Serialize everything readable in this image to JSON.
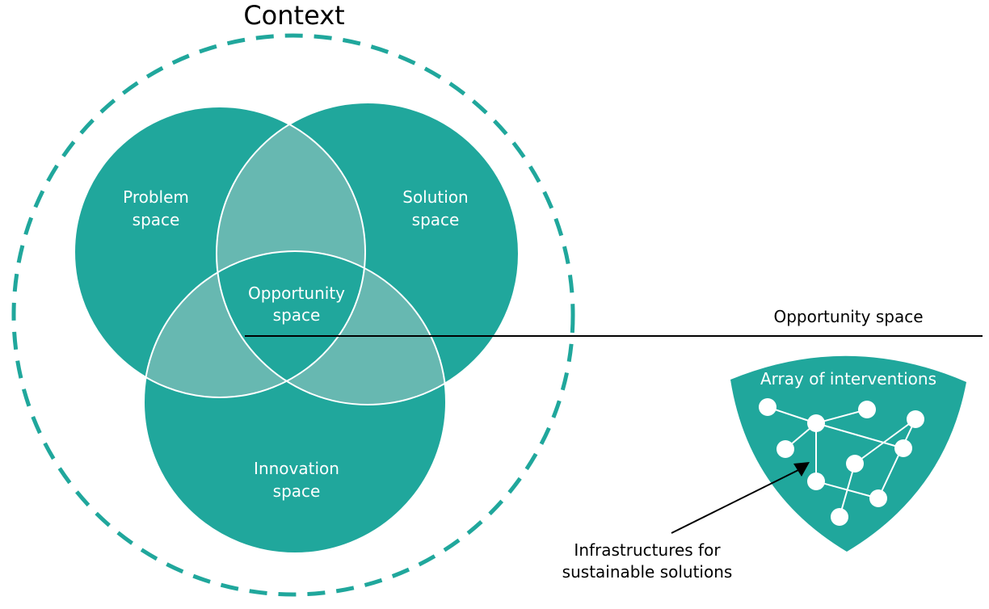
{
  "colors": {
    "teal": "#20a79c",
    "overlap": "#67b8b1",
    "dash": "#20a79c",
    "line": "#000000"
  },
  "context": {
    "title": "Context"
  },
  "venn": {
    "problem": {
      "line1": "Problem",
      "line2": "space"
    },
    "solution": {
      "line1": "Solution",
      "line2": "space"
    },
    "innovation": {
      "line1": "Innovation",
      "line2": "space"
    },
    "opportunity": {
      "line1": "Opportunity",
      "line2": "space"
    }
  },
  "callout": {
    "label": "Opportunity space"
  },
  "shield": {
    "title": "Array of interventions"
  },
  "note": {
    "line1": "Infrastructures for",
    "line2": "sustainable solutions"
  }
}
